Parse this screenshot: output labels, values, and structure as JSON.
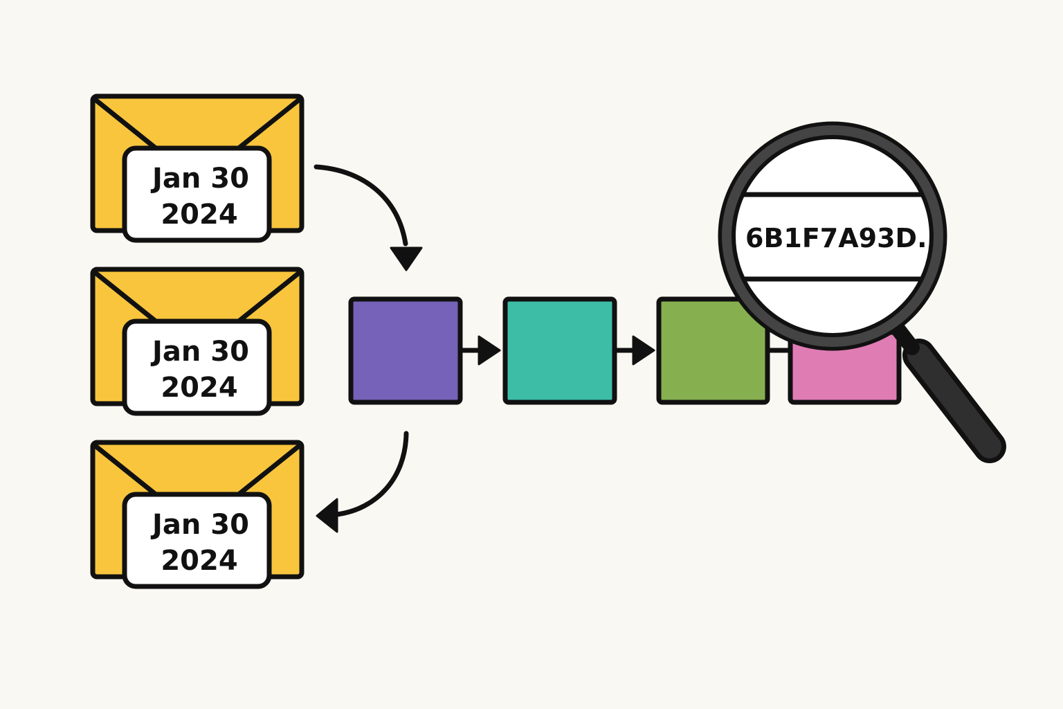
{
  "envelopes": [
    {
      "line1": "Jan 30",
      "line2": "2024"
    },
    {
      "line1": "Jan 30",
      "line2": "2024"
    },
    {
      "line1": "Jan 30",
      "line2": "2024"
    }
  ],
  "blocks": [
    {
      "color": "#7662b8"
    },
    {
      "color": "#3dbda6"
    },
    {
      "color": "#86b04f"
    },
    {
      "color": "#e07cb4"
    }
  ],
  "magnifier": {
    "hash": "6B1F7A93D..."
  },
  "colors": {
    "background": "#faf8f3",
    "envelope": "#f8c53d",
    "outline": "#111111",
    "magnifier_ring": "#444444",
    "handle": "#2f2f2f"
  }
}
